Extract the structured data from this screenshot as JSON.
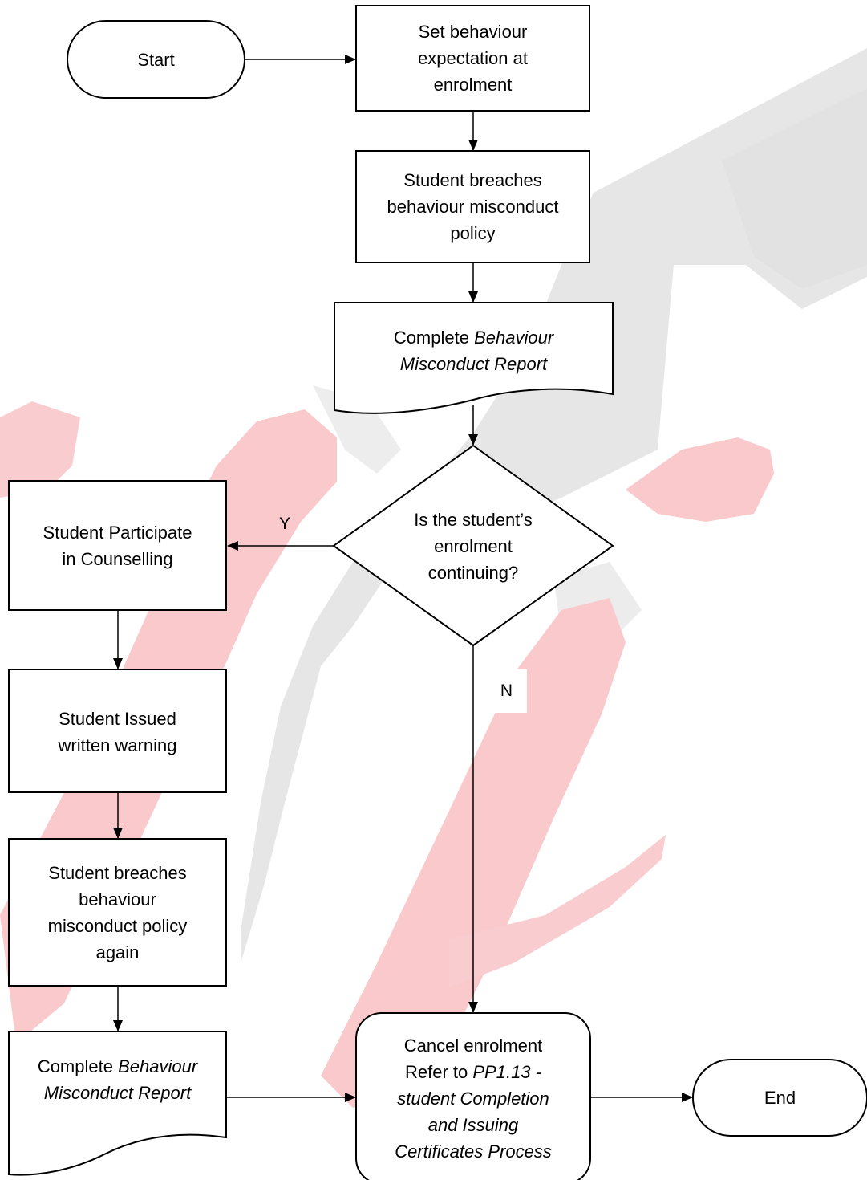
{
  "flowchart": {
    "start": "Start",
    "end": "End",
    "set_expectation": [
      "Set behaviour",
      "expectation at",
      "enrolment"
    ],
    "breach": [
      "Student breaches",
      "behaviour misconduct",
      "policy"
    ],
    "report1": {
      "plain": "Complete ",
      "italic_1": "Behaviour",
      "italic_2": "Misconduct Report"
    },
    "decision": [
      "Is the student’s",
      "enrolment",
      "continuing?"
    ],
    "yes_label": "Y",
    "no_label": "N",
    "counselling": [
      "Student Participate",
      "in Counselling"
    ],
    "warning": [
      "Student Issued",
      "written warning"
    ],
    "breach_again": [
      "Student breaches",
      "behaviour",
      "misconduct policy",
      "again"
    ],
    "report2": {
      "plain": "Complete ",
      "italic_1": "Behaviour",
      "italic_2": "Misconduct Report"
    },
    "cancel": {
      "line1": "Cancel enrolment",
      "line2_plain": "Refer to ",
      "line2_italic": "PP1.13 -",
      "line3": "student Completion",
      "line4": "and Issuing",
      "line5": "Certificates Process"
    }
  },
  "colors": {
    "watermark_red": "#f9c9cc",
    "watermark_grey": "#e3e3e3",
    "stroke": "#000000"
  }
}
